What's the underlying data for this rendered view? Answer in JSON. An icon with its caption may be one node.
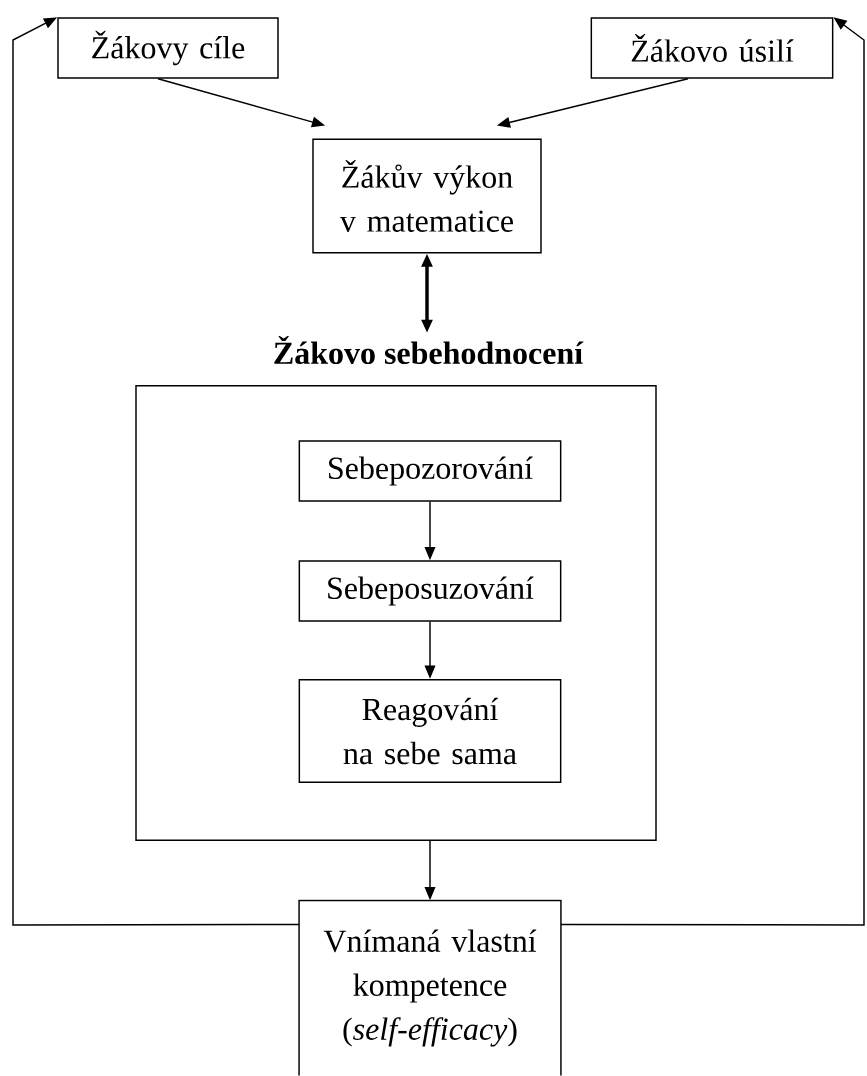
{
  "diagram": {
    "nodes": [
      {
        "text": [
          "Žákovy cíle"
        ]
      },
      {
        "text": [
          "Žákovo úsilí"
        ]
      },
      {
        "text": [
          "Žákův výkon v matematice"
        ]
      },
      {
        "text": [
          "Žákovo sebehodnocení"
        ]
      },
      {
        "text": [
          "Sebepozorování"
        ],
        "in": 3
      },
      {
        "text": [
          "Sebeposuzování"
        ],
        "in": 3
      },
      {
        "text": [
          "Reagování na sebe sama"
        ],
        "in": 3
      },
      {
        "text": [
          "Vnímaná vlastní kompetence (*self-efficacy*)"
        ]
      }
    ],
    "edges": [
      {
        "from": 0,
        "to": 2,
        "arrow": "to"
      },
      {
        "from": 1,
        "to": 2,
        "arrow": "to"
      },
      {
        "from": 2,
        "to": 3,
        "arrow": "both",
        "style": "thick"
      },
      {
        "from": 4,
        "to": 5,
        "arrow": "to"
      },
      {
        "from": 5,
        "to": 6,
        "arrow": "to"
      },
      {
        "from": 3,
        "to": 7,
        "arrow": "to"
      },
      {
        "from": 7,
        "to": 0,
        "arrow": "to"
      },
      {
        "from": 7,
        "to": 1,
        "arrow": "to"
      }
    ]
  }
}
